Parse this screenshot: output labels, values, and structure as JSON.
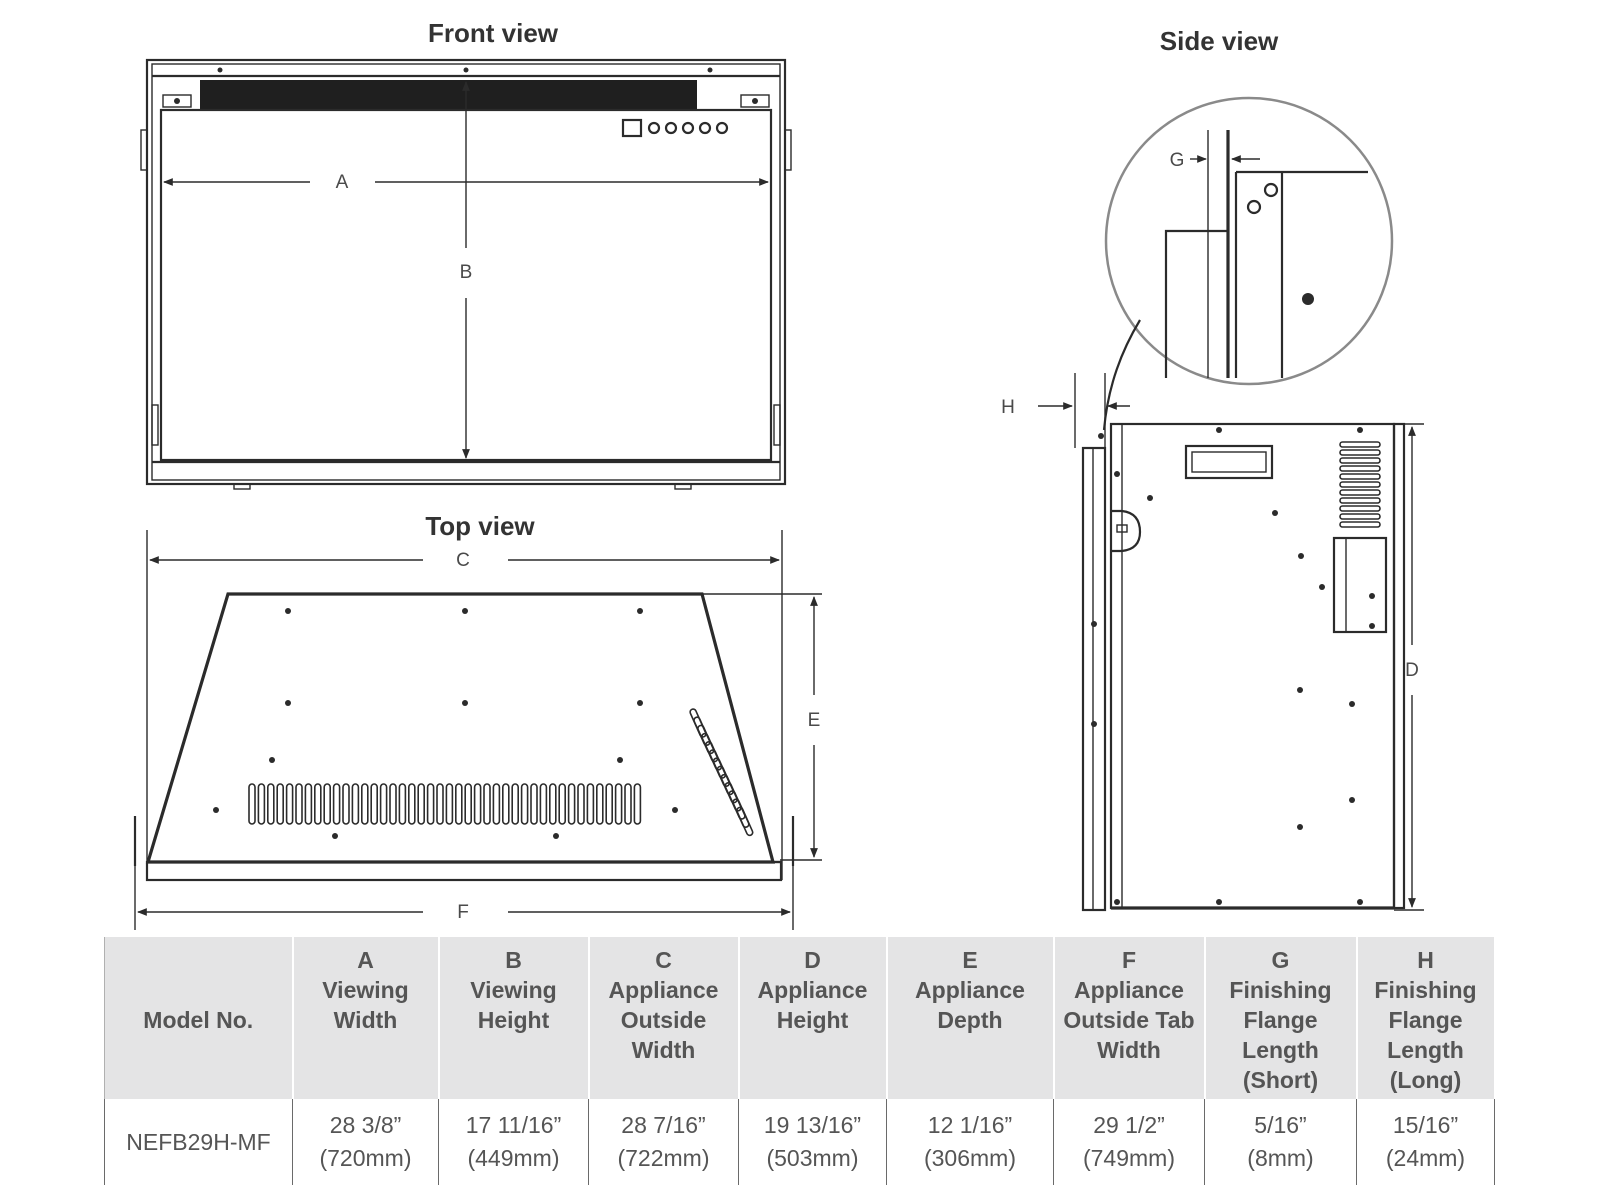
{
  "views": {
    "front_title": "Front view",
    "side_title": "Side view",
    "top_title": "Top view"
  },
  "dimension_letters": {
    "A": "A",
    "B": "B",
    "C": "C",
    "D": "D",
    "E": "E",
    "F": "F",
    "G": "G",
    "H": "H"
  },
  "table": {
    "header": {
      "model": "Model No.",
      "columns": [
        {
          "code": "A",
          "name": "Viewing Width"
        },
        {
          "code": "B",
          "name": "Viewing Height"
        },
        {
          "code": "C",
          "name": "Appliance Outside Width"
        },
        {
          "code": "D",
          "name": "Appliance Height"
        },
        {
          "code": "E",
          "name": "Appliance Depth"
        },
        {
          "code": "F",
          "name": "Appliance Outside Tab Width"
        },
        {
          "code": "G",
          "name": "Finishing Flange Length (Short)"
        },
        {
          "code": "H",
          "name": "Finishing Flange Length (Long)"
        }
      ]
    },
    "rows": [
      {
        "model": "NEFB29H-MF",
        "values": [
          {
            "imperial": "28 3/8”",
            "metric": "(720mm)"
          },
          {
            "imperial": "17 11/16”",
            "metric": "(449mm)"
          },
          {
            "imperial": "28 7/16”",
            "metric": "(722mm)"
          },
          {
            "imperial": "19 13/16”",
            "metric": "(503mm)"
          },
          {
            "imperial": "12 1/16”",
            "metric": "(306mm)"
          },
          {
            "imperial": "29 1/2”",
            "metric": "(749mm)"
          },
          {
            "imperial": "5/16”",
            "metric": "(8mm)"
          },
          {
            "imperial": "15/16”",
            "metric": "(24mm)"
          }
        ]
      }
    ]
  }
}
